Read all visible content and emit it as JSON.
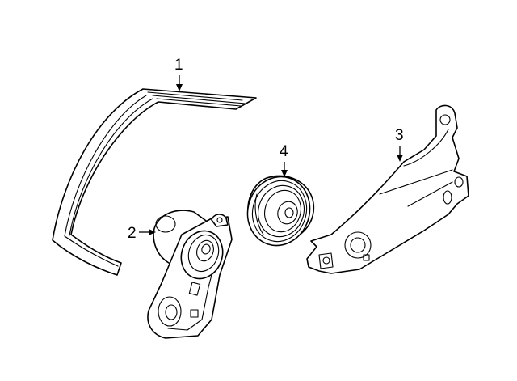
{
  "callouts": [
    {
      "number": "1"
    },
    {
      "number": "2"
    },
    {
      "number": "3"
    },
    {
      "number": "4"
    }
  ]
}
